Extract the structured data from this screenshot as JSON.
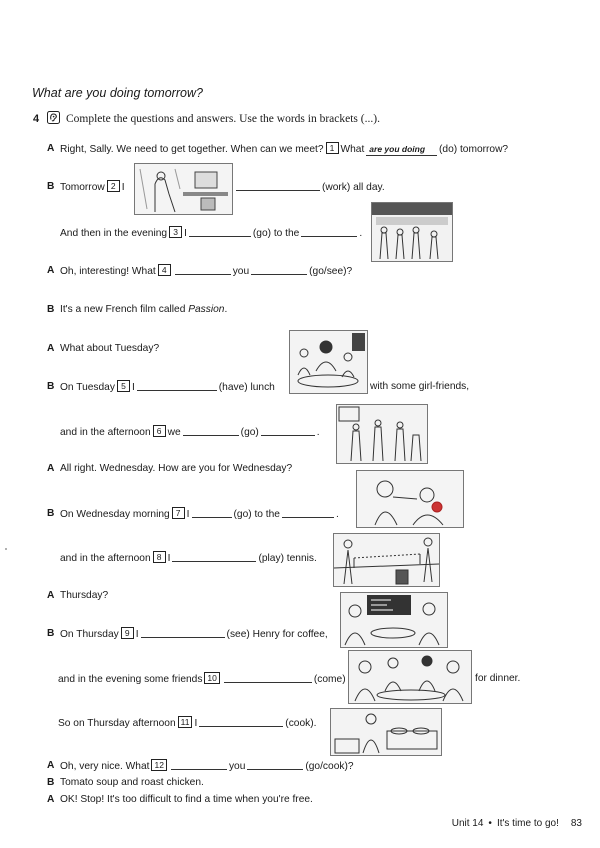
{
  "title": "What are you doing tomorrow?",
  "exercise": {
    "number": "4",
    "icon": "audio-icon",
    "instruction": "Complete the questions and answers. Use the words in brackets (...)."
  },
  "speakers": {
    "a": "A",
    "b": "B"
  },
  "lines": {
    "l1": {
      "pre": "Right, Sally. We need to get together. When can we meet?",
      "num": "1",
      "mid": "What",
      "answer": "are you doing",
      "post": "(do) tomorrow?"
    },
    "l2": {
      "pre": "Tomorrow",
      "num": "2",
      "mid": "I",
      "post": "(work) all day."
    },
    "l3": {
      "pre": "And then in the evening",
      "num": "3",
      "mid": "I",
      "mid2": "(go) to the",
      "post": "."
    },
    "l4": {
      "pre": "Oh, interesting! What",
      "num": "4",
      "mid": "you",
      "post": "(go/see)?"
    },
    "l5": {
      "pre": "It's a new French film called",
      "em": "Passion",
      "post": "."
    },
    "l6": {
      "pre": "What about Tuesday?"
    },
    "l7": {
      "pre": "On Tuesday",
      "num": "5",
      "mid": "I",
      "mid2": "(have) lunch",
      "post": "with some girl-friends,"
    },
    "l8": {
      "pre": "and in the afternoon",
      "num": "6",
      "mid": "we",
      "mid2": "(go)",
      "post": "."
    },
    "l9": {
      "pre": "All right. Wednesday. How are you for Wednesday?"
    },
    "l10": {
      "pre": "On Wednesday morning",
      "num": "7",
      "mid": "I",
      "mid2": "(go) to the",
      "post": "."
    },
    "l11": {
      "pre": "and in the afternoon",
      "num": "8",
      "mid": "I",
      "post": "(play) tennis."
    },
    "l12": {
      "pre": "Thursday?"
    },
    "l13": {
      "pre": "On Thursday",
      "num": "9",
      "mid": "I",
      "post": "(see) Henry for coffee,"
    },
    "l14": {
      "pre": "and in the evening some friends",
      "num": "10",
      "mid2": "(come)",
      "post": "for dinner."
    },
    "l15": {
      "pre": "So on Thursday afternoon",
      "num": "11",
      "mid": "I",
      "post": "(cook)."
    },
    "l16": {
      "pre": "Oh, very nice. What",
      "num": "12",
      "mid": "you",
      "post": "(go/cook)?"
    },
    "l17": {
      "pre": "Tomato soup and roast chicken."
    },
    "l18": {
      "pre": "OK! Stop! It's too difficult to find a time when you're free."
    }
  },
  "footer": {
    "unit": "Unit 14",
    "separator": "•",
    "title": "It's time to go!",
    "page": "83"
  }
}
